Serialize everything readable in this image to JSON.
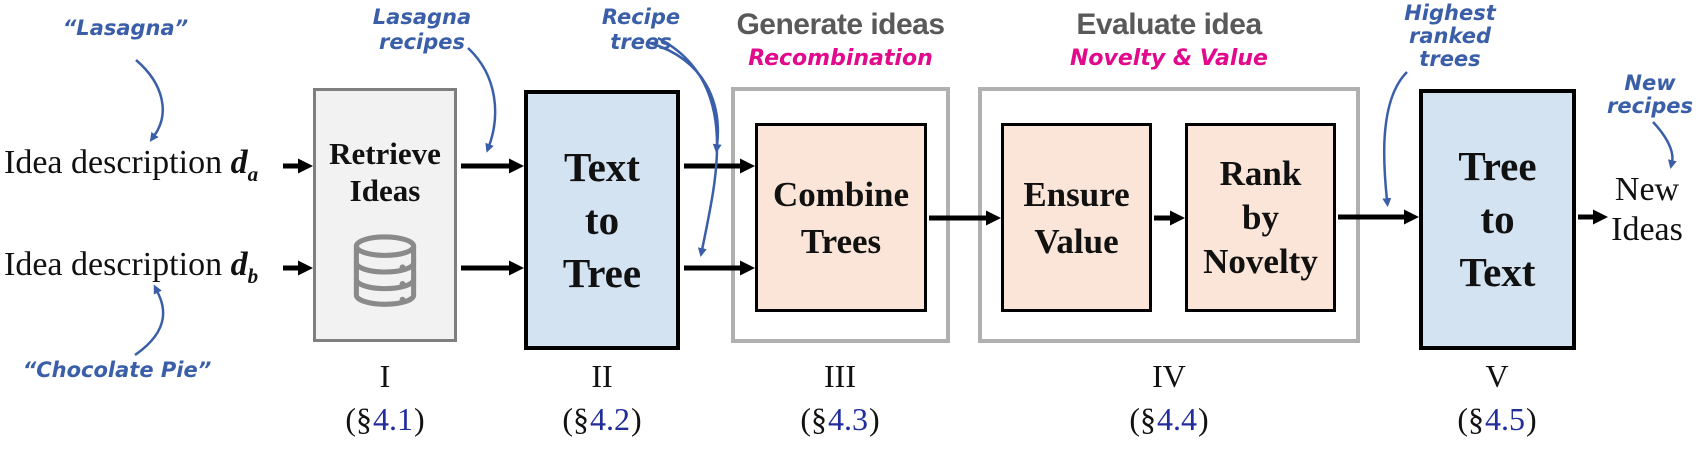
{
  "colors": {
    "annotation_blue": "#3a5fa8",
    "section_ref_navy": "#202d9b",
    "subtitle_magenta": "#e20a8c",
    "header_gray": "#595959",
    "box_blue_fill": "#d3e3f2",
    "box_peach_fill": "#fbe5d8",
    "box_gray_fill": "#f2f2f2",
    "arrow_black": "#000000",
    "database_icon_gray": "#8a8a8a"
  },
  "inputs": [
    {
      "prefix": "Idea description ",
      "var": "d",
      "sub": "a"
    },
    {
      "prefix": "Idea description ",
      "var": "d",
      "sub": "b"
    }
  ],
  "boxes": {
    "retrieve": "Retrieve\nIdeas",
    "text_to_tree": "Text\nto\nTree",
    "combine_trees": "Combine\nTrees",
    "ensure_value": "Ensure\nValue",
    "rank_by_novelty": "Rank\nby\nNovelty",
    "tree_to_text": "Tree\nto\nText"
  },
  "output": "New\nIdeas",
  "sections": {
    "generate": {
      "title": "Generate ideas",
      "subtitle": "Recombination"
    },
    "evaluate": {
      "title": "Evaluate idea",
      "subtitle": "Novelty & Value"
    }
  },
  "annotations": {
    "lasagna": "“Lasagna”",
    "chocolate_pie": "“Chocolate Pie”",
    "lasagna_recipes": "Lasagna\nrecipes",
    "recipe_trees": "Recipe\ntrees",
    "highest_ranked_trees": "Highest\nranked\ntrees",
    "new_recipes": "New\nrecipes"
  },
  "stage_labels": [
    {
      "numeral": "I",
      "ref_open": "(§",
      "ref_num": "4.1",
      "ref_close": ")"
    },
    {
      "numeral": "II",
      "ref_open": "(§",
      "ref_num": "4.2",
      "ref_close": ")"
    },
    {
      "numeral": "III",
      "ref_open": "(§",
      "ref_num": "4.3",
      "ref_close": ")"
    },
    {
      "numeral": "IV",
      "ref_open": "(§",
      "ref_num": "4.4",
      "ref_close": ")"
    },
    {
      "numeral": "V",
      "ref_open": "(§",
      "ref_num": "4.5",
      "ref_close": ")"
    }
  ],
  "icons": {
    "database": "database-cylinder"
  }
}
